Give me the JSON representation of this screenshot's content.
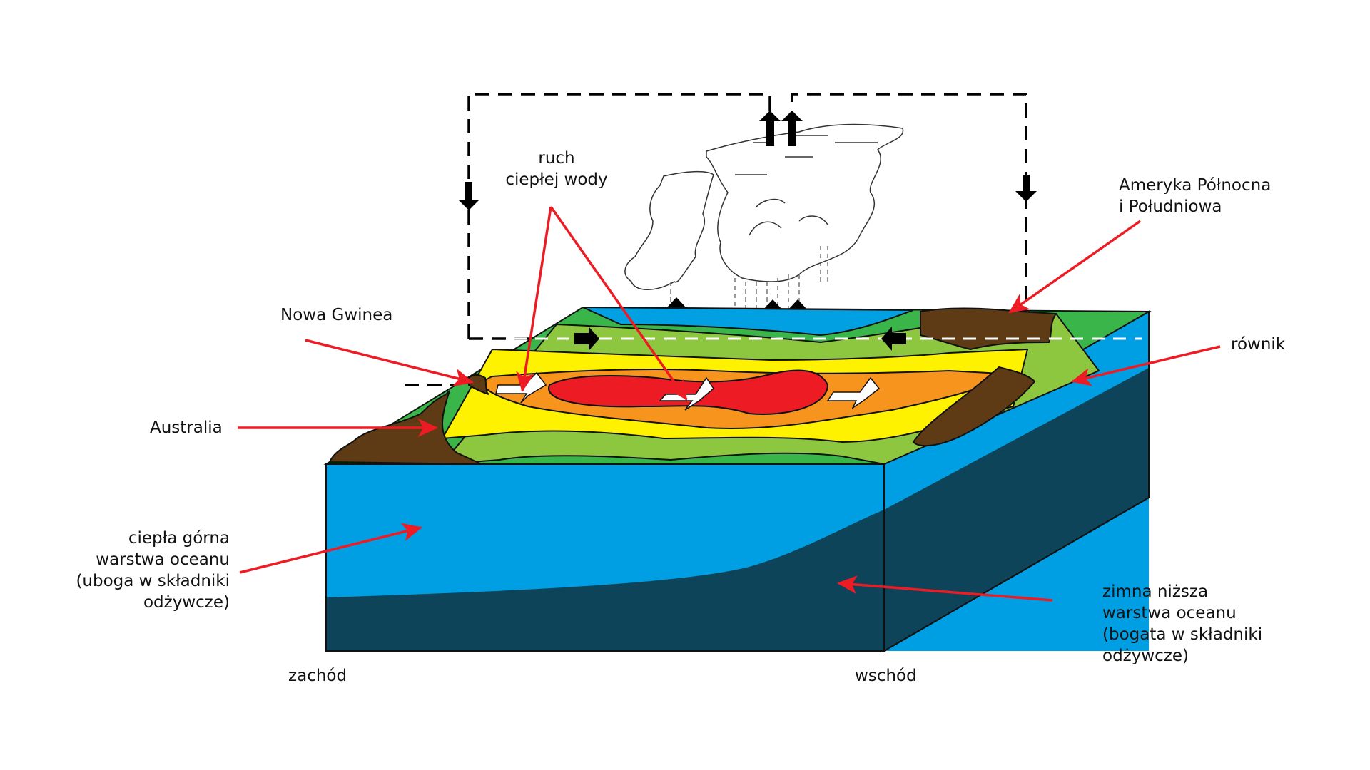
{
  "diagram": {
    "title": "El Niño ocean-atmosphere circulation",
    "labels": {
      "warm_water_movement": "ruch\nciepłej wody",
      "new_guinea": "Nowa Gwinea",
      "australia": "Australia",
      "americas": "Ameryka Północna\ni Południowa",
      "equator": "równik",
      "warm_upper_layer": "ciepła górna\nwarstwa oceanu\n(uboga w składniki\nodżywcze)",
      "cold_lower_layer": "zimna niższa\nwarstwa oceanu\n(bogata w składniki\nodżywcze)",
      "west": "zachód",
      "east": "wschód"
    },
    "colors": {
      "warm_layer": "#009fe3",
      "cold_layer": "#0d4459",
      "land": "#5e3a15",
      "sst_red": "#ed1c24",
      "sst_orange": "#f7941d",
      "sst_yellow": "#fff200",
      "sst_light_green": "#8dc63f",
      "sst_green": "#39b54a",
      "sst_blue": "#00a0e3",
      "pointer": "#ed1c24",
      "circulation": "#000000"
    }
  }
}
